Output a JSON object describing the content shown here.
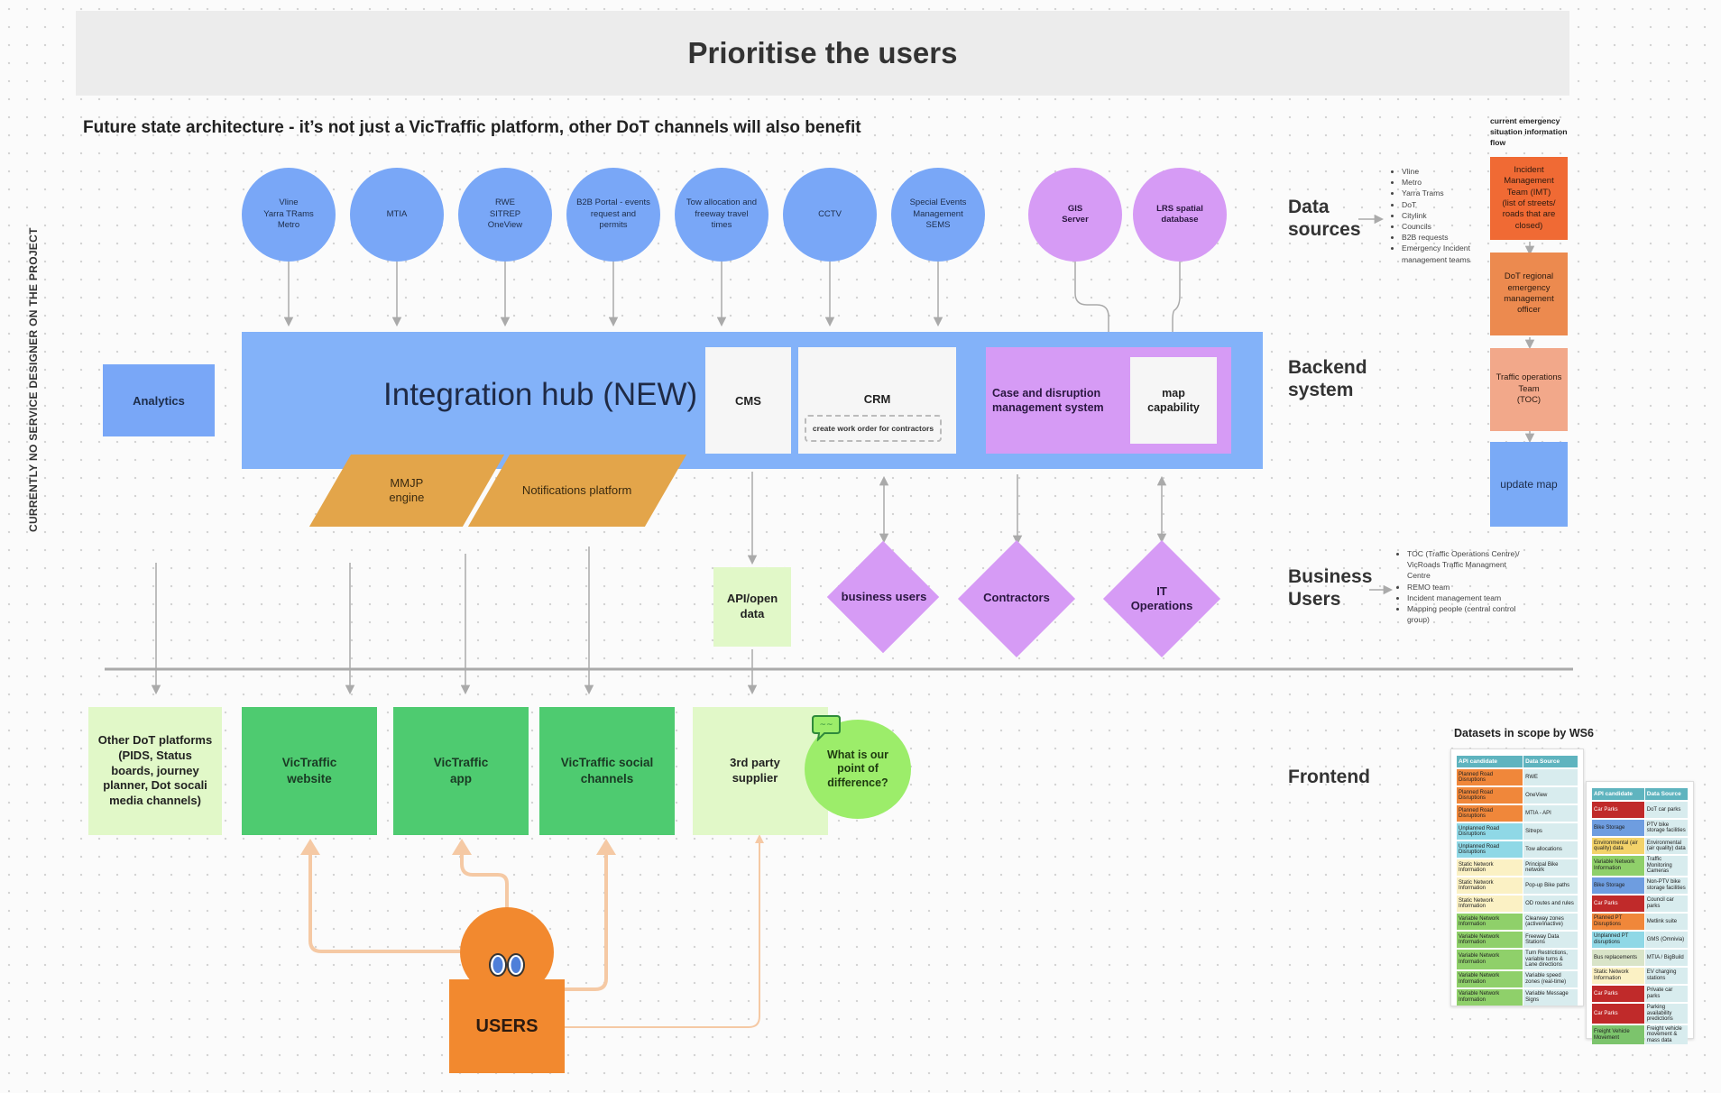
{
  "title": "Prioritise the users",
  "subtitle": "Future state architecture - it’s not just a VicTraffic platform, other DoT channels will also benefit",
  "side_note": "CURRENTLY NO SERVICE DESIGNER ON THE PROJECT",
  "data_sources": [
    "Vline\nYarra TRams\nMetro",
    "MTIA",
    "RWE\nSITREP\nOneView",
    "B2B Portal - events\nrequest and\npermits",
    "Tow allocation and\nfreeway travel\ntimes",
    "CCTV",
    "Special Events\nManagement\nSEMS"
  ],
  "purple_sources": [
    "GIS\nServer",
    "LRS spatial\ndatabase"
  ],
  "sections": {
    "data_sources": "Data\nsources",
    "backend": "Backend\nsystem",
    "business_users": "Business\nUsers",
    "frontend": "Frontend"
  },
  "data_source_list": [
    "Vline",
    "Metro",
    "Yarra Trams",
    "DoT",
    "Citylink",
    "Councils",
    "B2B requests",
    "Emergency Incident management teams"
  ],
  "business_user_list": [
    "TOC (Traffic Operations Centre)/ VicRoads Traffic Managment Centre",
    "REMO team",
    "Incident management team",
    "Mapping people (central control group)"
  ],
  "backend": {
    "analytics": "Analytics",
    "hub": "Integration hub (NEW)",
    "cms": "CMS",
    "crm": "CRM",
    "crm_note": "create work order for contractors",
    "case": "Case and disruption management system",
    "map": "map capability",
    "mmjp": "MMJP engine",
    "notifications": "Notifications platform"
  },
  "business": {
    "api": "API/open data",
    "business_users": "business users",
    "contractors": "Contractors",
    "it": "IT Operations"
  },
  "frontend": {
    "other_dot": "Other DoT platforms (PIDS, Status boards, journey planner, Dot socali media channels)",
    "website": "VicTraffic website",
    "app": "VicTraffic app",
    "social": "VicTraffic social channels",
    "third_party": "3rd party supplier",
    "difference": "What is our point of difference?",
    "users": "USERS"
  },
  "emergency_flow": {
    "title": "current emergency situation information flow",
    "steps": [
      "Incident\nManagement\nTeam (IMT)\n(list of streets/\nroads that are\nclosed)",
      "DoT regional\nemergency\nmanagement\nofficer",
      "Traffic operations\nTeam\n(TOC)",
      "update map"
    ]
  },
  "datasets": {
    "title": "Datasets in scope by WS6",
    "table1": {
      "headers": [
        "API candidate",
        "Data Source"
      ],
      "rows": [
        [
          "Planned Road Disruptions",
          "RWE",
          "#f0873a"
        ],
        [
          "Planned Road Disruptions",
          "OneView",
          "#f0873a"
        ],
        [
          "Planned Road Disruptions",
          "MTIA - API",
          "#f0873a"
        ],
        [
          "Unplanned Road Disruptions",
          "Sitreps",
          "#8fd8e6"
        ],
        [
          "Unplanned Road Disruptions",
          "Tow allocations",
          "#8fd8e6"
        ],
        [
          "Static Network Information",
          "Principal Bike network",
          "#fbf1c4"
        ],
        [
          "Static Network Information",
          "Pop-up Bike paths",
          "#fbf1c4"
        ],
        [
          "Static Network Information",
          "OD routes and rules",
          "#fbf1c4"
        ],
        [
          "Variable Network Information",
          "Clearway zones (active/inactive)",
          "#8fd06a"
        ],
        [
          "Variable Network Information",
          "Freeway Data Stations",
          "#8fd06a"
        ],
        [
          "Variable Network Information",
          "Turn Restrictions, variable turns & Lane directions",
          "#8fd06a"
        ],
        [
          "Variable Network Information",
          "Variable speed zones (real-time)",
          "#8fd06a"
        ],
        [
          "Variable Network Information",
          "Variable Message Signs",
          "#8fd06a"
        ]
      ]
    },
    "table2": {
      "headers": [
        "API candidate",
        "Data Source"
      ],
      "rows": [
        [
          "Car Parks",
          "DoT car parks",
          "#c02a2a"
        ],
        [
          "Bike Storage",
          "PTV bike storage facilities",
          "#6e9de0"
        ],
        [
          "Environmental (air quality) data",
          "Environmental (air quality) data",
          "#f3d36a"
        ],
        [
          "Variable Network Information",
          "Traffic Monitoring Cameras",
          "#8fd06a"
        ],
        [
          "Bike Storage",
          "Non-PTV bike storage facilities",
          "#6e9de0"
        ],
        [
          "Car Parks",
          "Council car parks",
          "#c02a2a"
        ],
        [
          "Planned PT Disruptions",
          "Metlink suite",
          "#f0873a"
        ],
        [
          "Unplanned PT disruptions",
          "GMS (Omnivia)",
          "#8fd8e6"
        ],
        [
          "Bus replacements",
          "MTIA / BigBuild",
          "#d9e4c8"
        ],
        [
          "Static Network Information",
          "EV charging stations",
          "#fbf1c4"
        ],
        [
          "Car Parks",
          "Private car parks",
          "#c02a2a"
        ],
        [
          "Car Parks",
          "Parking availability predictions",
          "#c02a2a"
        ],
        [
          "Freight Vehicle Movement",
          "Freight vehicle movement & mass data",
          "#7cc46c"
        ]
      ]
    }
  },
  "colors": {
    "blue": "#79a7f7",
    "hub": "#83b2f9",
    "purple": "#d69bf5",
    "mustard": "#e3a54a",
    "green": "#4ecb70",
    "light_green": "#e1f8c8",
    "lime": "#9ced6a",
    "orange": "#f2892f",
    "peach": "#f5c9a4",
    "emergency": [
      "#f06a34",
      "#ec8a4f",
      "#f2a88a",
      "#7aaaf6"
    ]
  }
}
